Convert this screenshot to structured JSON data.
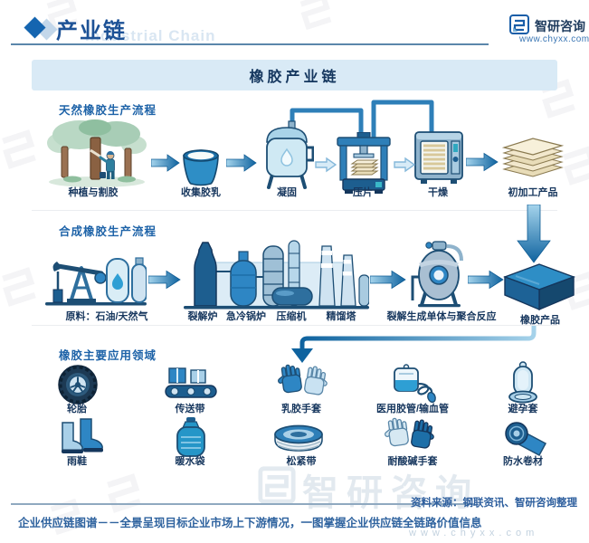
{
  "colors": {
    "accent_blue": "#1565b0",
    "banner_bg": "#d9eaf6",
    "title_navy": "#14365e",
    "section_label_blue": "#1e63a8",
    "step_label_navy": "#17375e",
    "arrow_dark": "#0f639f",
    "arrow_light_fill": "#d7ebf7",
    "footer_blue": "#2f639f",
    "watermark_gray": "#ccd8e2"
  },
  "header": {
    "title": "产业链",
    "ghost_text": "Industrial Chain",
    "brand": "智研咨询",
    "website": "www.chyxx.com"
  },
  "banner": {
    "title": "橡胶产业链"
  },
  "natural": {
    "label": "天然橡胶生产流程",
    "steps": [
      {
        "label": "种植与割胶",
        "icon": "rubber-tree-tapping-icon"
      },
      {
        "label": "收集胶乳",
        "icon": "latex-bucket-icon"
      },
      {
        "label": "凝固",
        "icon": "coagulation-tank-icon"
      },
      {
        "label": "压片",
        "icon": "sheet-press-icon"
      },
      {
        "label": "干燥",
        "icon": "drying-oven-icon"
      },
      {
        "label": "初加工产品",
        "icon": "processed-sheets-icon"
      }
    ]
  },
  "synthetic": {
    "label": "合成橡胶生产流程",
    "raw_material": {
      "label": "原料：石油/天然气",
      "icon": "oilfield-icon"
    },
    "plant": {
      "icon": "chemical-plant-icon",
      "sublabels": [
        "裂解炉",
        "急冷锅炉",
        "压缩机",
        "精馏塔"
      ]
    },
    "reaction": {
      "label": "裂解生成单体与聚合反应",
      "icon": "reactor-icon"
    },
    "product": {
      "label": "橡胶产品",
      "icon": "rubber-block-icon"
    }
  },
  "applications": {
    "label": "橡胶主要应用领域",
    "items": [
      {
        "label": "轮胎",
        "icon": "tire-icon"
      },
      {
        "label": "传送带",
        "icon": "conveyor-belt-icon"
      },
      {
        "label": "乳胶手套",
        "icon": "latex-gloves-icon"
      },
      {
        "label": "医用胶管/输血管",
        "icon": "medical-tube-icon"
      },
      {
        "label": "避孕套",
        "icon": "condom-icon"
      },
      {
        "label": "雨鞋",
        "icon": "rain-boots-icon"
      },
      {
        "label": "暖水袋",
        "icon": "hot-water-bag-icon"
      },
      {
        "label": "松紧带",
        "icon": "elastic-band-icon"
      },
      {
        "label": "耐酸碱手套",
        "icon": "acid-alkali-gloves-icon"
      },
      {
        "label": "防水卷材",
        "icon": "waterproof-membrane-icon"
      }
    ]
  },
  "footer": {
    "source": "资料来源：钢联资讯、智研咨询整理",
    "tagline": "企业供应链图谱－－全景呈现目标企业市场上下游情况，一图掌握企业供应链全链路价值信息"
  },
  "watermark": {
    "brand": "智研咨询",
    "website": "www.chyxx.com"
  }
}
